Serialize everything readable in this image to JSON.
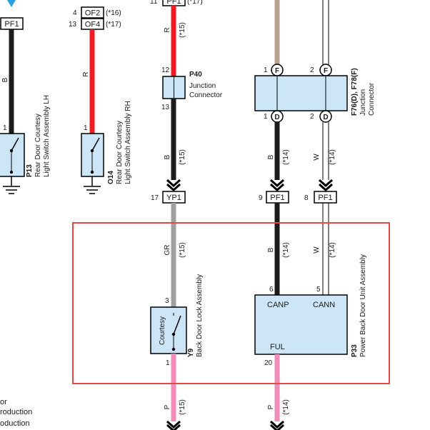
{
  "connectors": {
    "pf1_top_left": "PF1",
    "of2": "OF2",
    "of4": "OF4",
    "pf1_top_mid": "PF1",
    "yp1": "YP1",
    "pf1_mid": "PF1",
    "pf1_right": "PF1"
  },
  "pins": {
    "of2": "4",
    "of4": "13",
    "pf1_top_mid": "11",
    "p40_in": "12",
    "p40_out": "13",
    "lh_switch": "1",
    "rh_switch": "1",
    "f76_in_left": "1",
    "f76_in_right": "2",
    "f76_out_left": "1",
    "f76_out_right": "2",
    "yp1": "17",
    "pf1_mid": "9",
    "pf1_right": "8",
    "y9_top": "3",
    "y9_bottom": "1",
    "p33_canp": "6",
    "p33_cann": "5",
    "p33_ful": "20"
  },
  "notes": {
    "of2": "(*16)",
    "of4": "(*17)",
    "pf1_top": "(*17)"
  },
  "wires": {
    "w_black_left": {
      "color_code": "B",
      "color": "#1c1c1c"
    },
    "w_red_of4": {
      "color_code": "R",
      "color": "#ee1c25"
    },
    "w_red_p40": {
      "color_code": "R",
      "color": "#ee1c25",
      "note": "(*15)"
    },
    "w_black_p40": {
      "color_code": "B",
      "color": "#1c1c1c",
      "note": "(*15)"
    },
    "w_tan": {
      "color": "#b8a48e"
    },
    "w_black_f76": {
      "color_code": "B",
      "color": "#1c1c1c",
      "note": "(*14)"
    },
    "w_white_f76": {
      "color_code": "W",
      "color": "#ffffff",
      "note": "(*14)"
    },
    "w_gray": {
      "color_code": "GR",
      "color": "#a0a0a0",
      "note": "(*15)"
    },
    "w_black_canp": {
      "color_code": "B",
      "color": "#1c1c1c",
      "note": "(*14)"
    },
    "w_white_cann": {
      "color_code": "W",
      "color": "#ffffff",
      "note": "(*14)"
    },
    "w_pink_y9": {
      "color_code": "P",
      "color": "#f28cb8",
      "note": "(*15)"
    },
    "w_pink_ful": {
      "color_code": "P",
      "color": "#f28cb8",
      "note": "(*14)"
    }
  },
  "components": {
    "p13": {
      "code": "P13",
      "line1": "Rear Door Courtesy",
      "line2": "Light Switch Assembly LH"
    },
    "o14": {
      "code": "O14",
      "line1": "Rear Door Courtesy",
      "line2": "Light Switch Assembly RH"
    },
    "p40": {
      "code": "P40",
      "line1": "Junction",
      "line2": "Connector"
    },
    "f76": {
      "code": "F76(D), F78(F)",
      "line1": "Junction",
      "line2": "Connector"
    },
    "f76_pins": {
      "in_left": "F",
      "in_right": "F",
      "out_left": "D",
      "out_right": "D"
    },
    "y9": {
      "code": "Y9",
      "line1": "Back Door Lock Assembly",
      "inner": "Courtesy"
    },
    "p33": {
      "code": "P33",
      "line1": "Power Back Door Unit Assembly",
      "canp": "CANP",
      "cann": "CANN",
      "ful": "FUL"
    }
  },
  "left_text": [
    "or",
    "roduction",
    "oduction"
  ],
  "colors": {
    "component_fill": "#cce6f7",
    "highlight_box": "#e8474a",
    "top_arrow_blue": "#2aa0e0"
  }
}
